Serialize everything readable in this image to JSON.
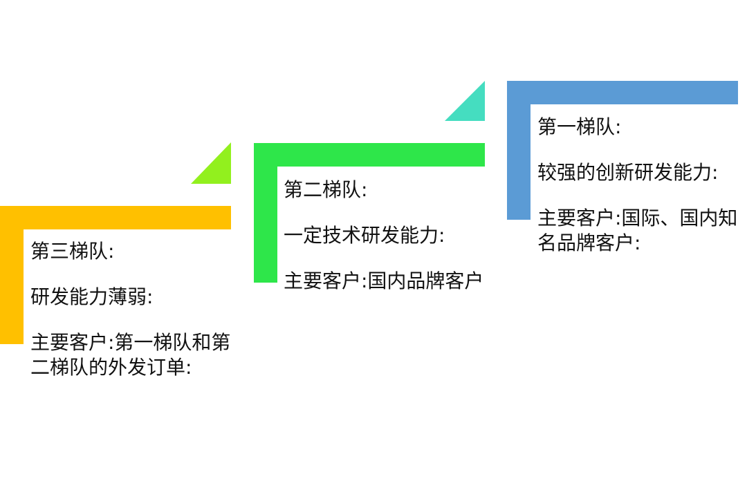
{
  "tiers": [
    {
      "title": "第三梯队:",
      "capability": "研发能力薄弱:",
      "customers": "主要客户:第一梯队和第二梯队的外发订单:",
      "color": "#FFC000",
      "accent_color": "#92F01E"
    },
    {
      "title": "第二梯队:",
      "capability": "一定技术研发能力:",
      "customers": "主要客户:国内品牌客户",
      "color": "#2EE64A",
      "accent_color": "#45DDC0"
    },
    {
      "title": "第一梯队:",
      "capability": "较强的创新研发能力:",
      "customers": "主要客户:国际、国内知名品牌客户:",
      "color": "#5B9BD5"
    }
  ]
}
